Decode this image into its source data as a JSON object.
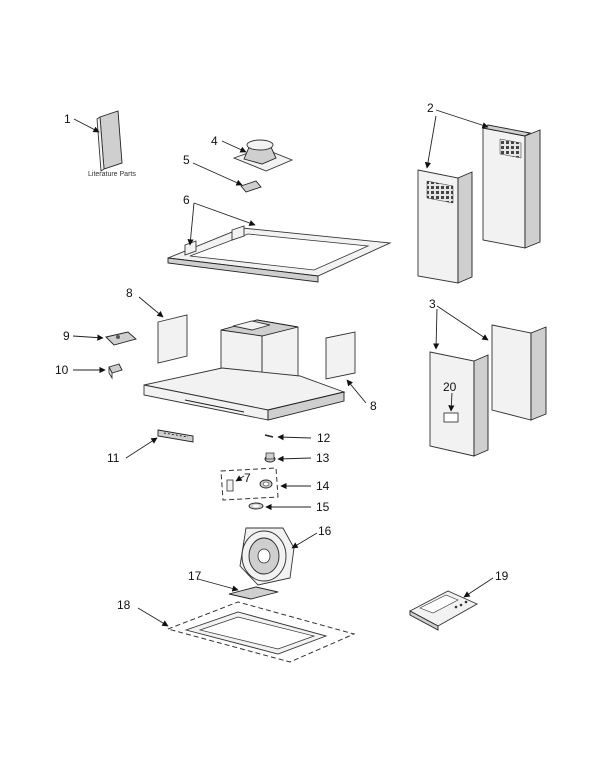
{
  "labels": {
    "literature": "Literature Parts",
    "c1": "1",
    "c2": "2",
    "c3": "3",
    "c4": "4",
    "c5": "5",
    "c6": "6",
    "c7": "7",
    "c8a": "8",
    "c8b": "8",
    "c9": "9",
    "c10": "10",
    "c11": "11",
    "c12": "12",
    "c13": "13",
    "c14": "14",
    "c15": "15",
    "c16": "16",
    "c17": "17",
    "c18": "18",
    "c19": "19",
    "c20": "20"
  }
}
